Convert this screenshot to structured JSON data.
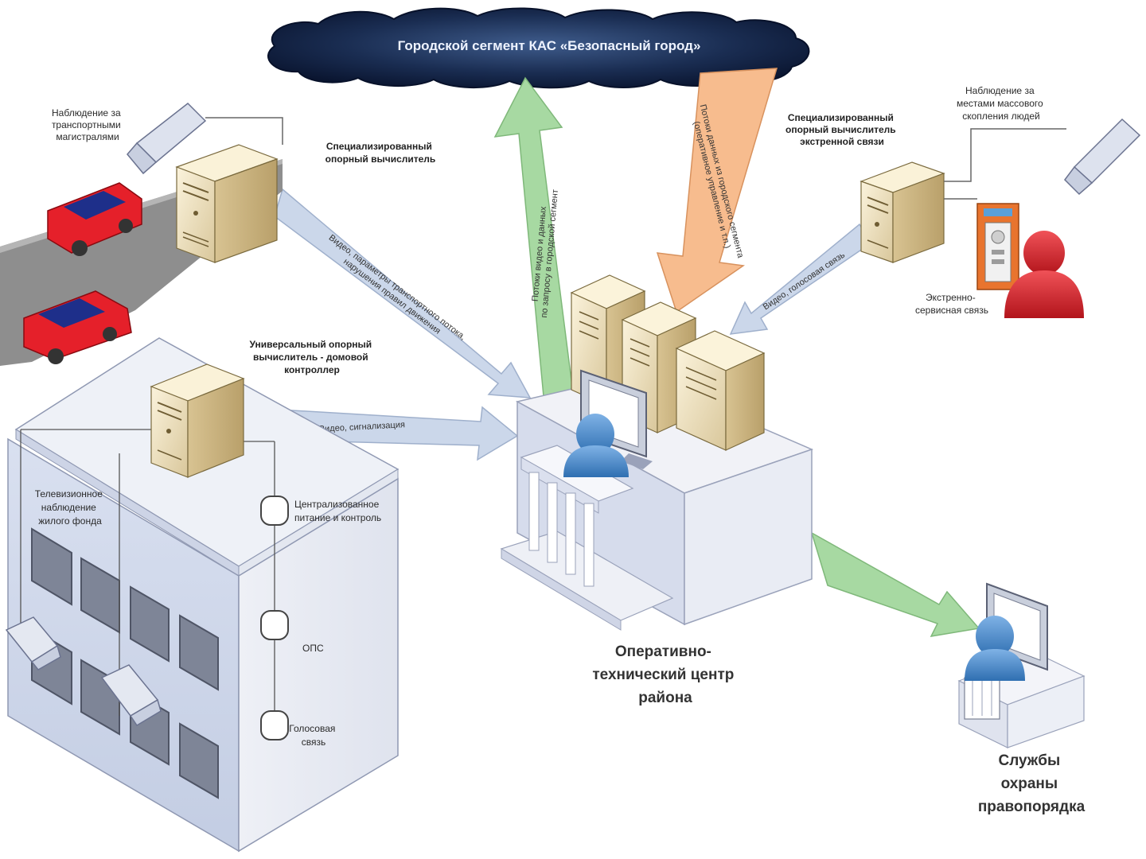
{
  "cloud": {
    "title": "Городской сегмент КАС «Безопасный город»"
  },
  "labels": {
    "traffic_obs": [
      "Наблюдение за",
      "транспортными",
      "магистралями"
    ],
    "spec_computer": [
      "Специализированный",
      "опорный вычислитель"
    ],
    "spec_emergency": [
      "Специализированный",
      "опорный вычислитель",
      "экстренной связи"
    ],
    "crowd_obs": [
      "Наблюдение за",
      "местами массового",
      "скопления людей"
    ],
    "emergency_service": [
      "Экстренно-",
      "сервисная связь"
    ],
    "universal_computer": [
      "Универсальный опорный",
      "вычислитель - домовой",
      "контроллер"
    ],
    "housing_tv": [
      "Телевизионное",
      "наблюдение",
      "жилого фонда"
    ],
    "central_power": [
      "Централизованное",
      "питание и контроль"
    ],
    "ops": [
      "ОПС"
    ],
    "voice": [
      "Голосовая",
      "связь"
    ],
    "ops_center": [
      "Оперативно-",
      "технический центр",
      "района"
    ],
    "security": [
      "Службы",
      "охраны",
      "правопорядка"
    ]
  },
  "arrows": {
    "video_params": [
      "Видео, параметры транспортного потока,",
      "нарушения правил движения"
    ],
    "video_alarm": "Видео, сигнализация",
    "video_voice": "Видео, голосовая связь",
    "to_city": [
      "Потоки видео и данных",
      "по запросу в городской сегмент"
    ],
    "from_city": [
      "Потоки данных из городского сегмента",
      "(оперативное управление и т.п.)"
    ]
  },
  "colors": {
    "cloud_dark": "#0e1f3d",
    "arrow_blue": "#c9d6ea",
    "arrow_green": "#9fd49a",
    "arrow_orange": "#f6b98a",
    "server": "#efe2c0",
    "car": "#e5202a",
    "person_blue": "#4f8fce",
    "person_red": "#d51f26"
  }
}
